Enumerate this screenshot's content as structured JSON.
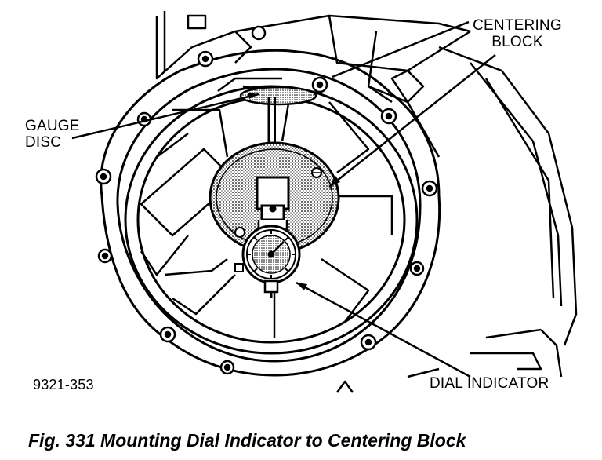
{
  "labels": {
    "centering_block": [
      "CENTERING",
      "BLOCK"
    ],
    "gauge_disc": [
      "GAUGE",
      "DISC"
    ],
    "dial_indicator": "DIAL INDICATOR",
    "figure_id": "9321-353"
  },
  "caption": "Fig. 331 Mounting Dial Indicator to Centering Block",
  "colors": {
    "ink": "#000000",
    "paper": "#ffffff"
  }
}
